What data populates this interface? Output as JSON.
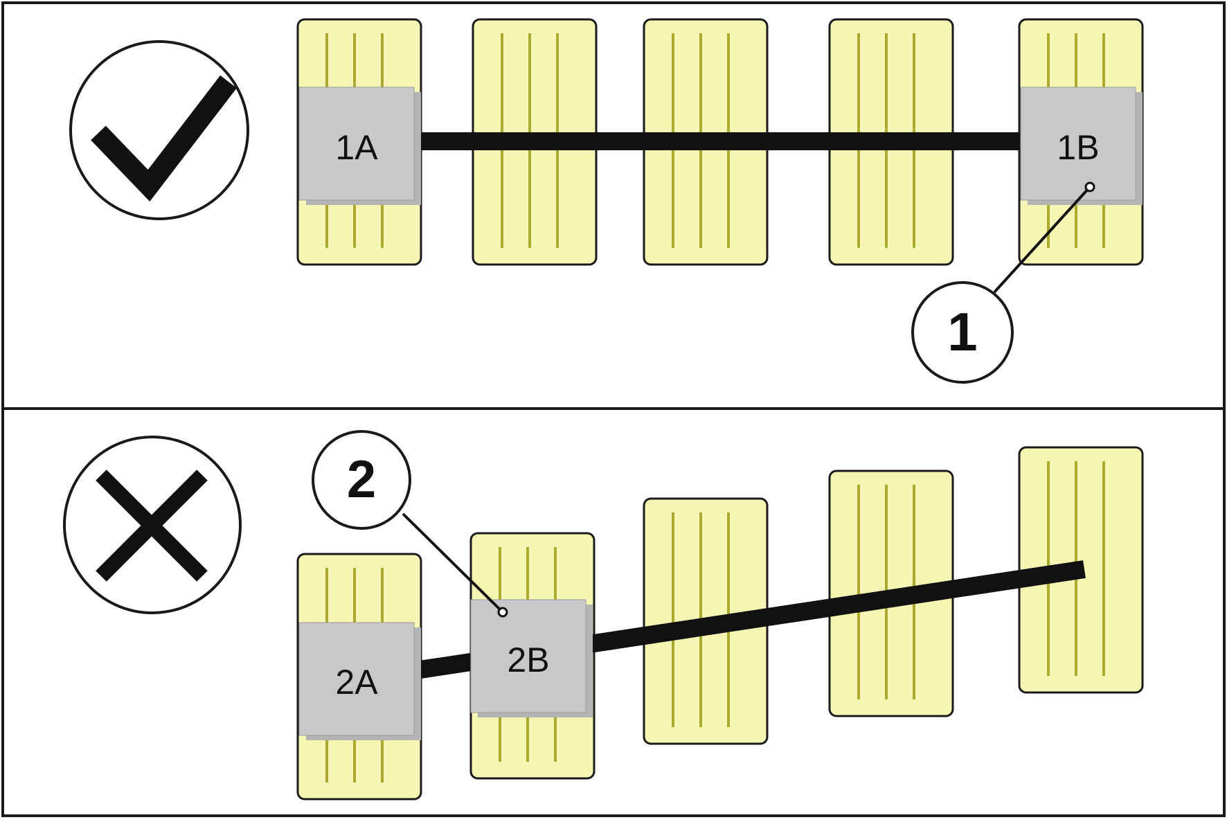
{
  "colors": {
    "panel_border": "#1a1a1a",
    "pad_fill": "#f5f5b4",
    "pad_stroke": "#1a1a1a",
    "pad_stripe": "#a9aa2e",
    "sensor_fill": "#c8c8c8",
    "sensor_shadow": "#b4b4b4",
    "line": "#111111"
  },
  "top_panel": {
    "status_icon": "checkmark-icon",
    "sensor_a_label": "1A",
    "sensor_b_label": "1B",
    "callout_label": "1"
  },
  "bottom_panel": {
    "status_icon": "cross-icon",
    "sensor_a_label": "2A",
    "sensor_b_label": "2B",
    "callout_label": "2"
  }
}
